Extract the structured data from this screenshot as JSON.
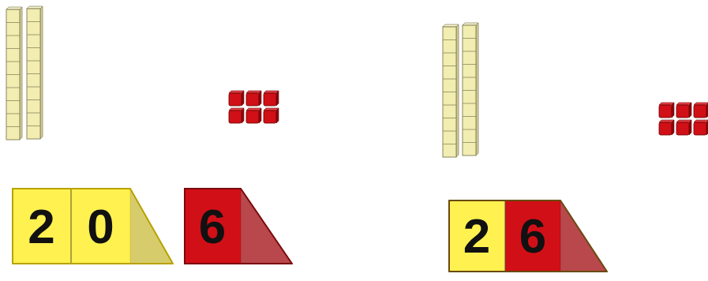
{
  "diagram": {
    "nodes": [
      {
        "text": [
          "2",
          "0"
        ]
      },
      {
        "text": [
          "6"
        ]
      },
      {
        "text": [
          "2",
          "6"
        ]
      }
    ]
  }
}
